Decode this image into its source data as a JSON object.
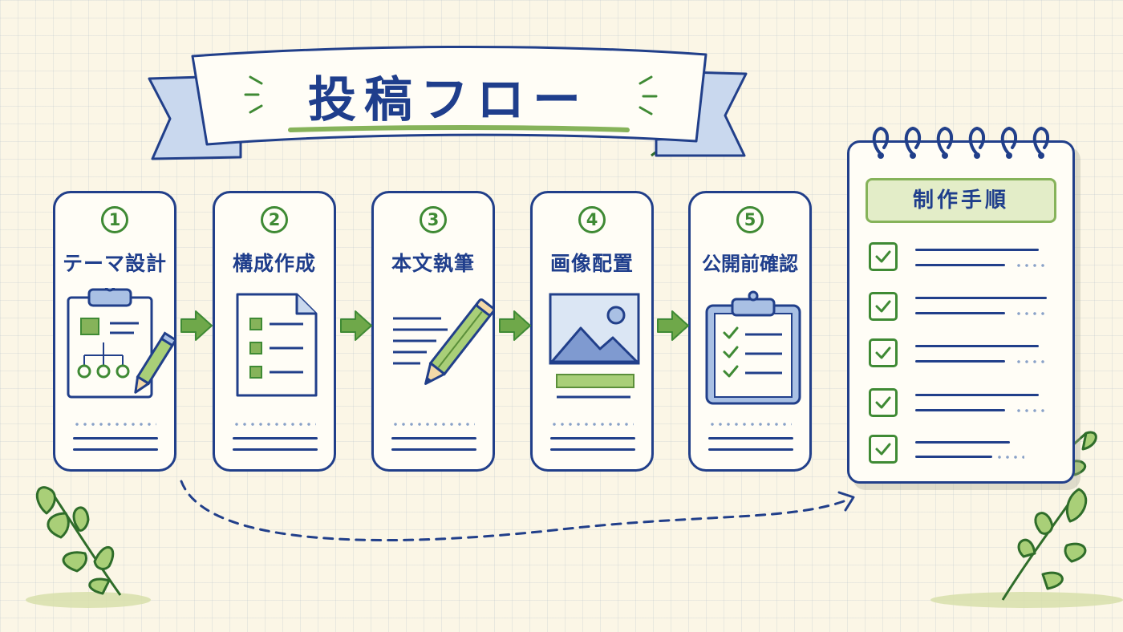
{
  "title": "投稿フロー",
  "steps": [
    {
      "num": "1",
      "label": "テーマ設計",
      "icon": "clipboard-mindmap-icon"
    },
    {
      "num": "2",
      "label": "構成作成",
      "icon": "outline-document-icon"
    },
    {
      "num": "3",
      "label": "本文執筆",
      "icon": "pencil-writing-icon"
    },
    {
      "num": "4",
      "label": "画像配置",
      "icon": "image-placement-icon"
    },
    {
      "num": "5",
      "label": "公開前確認",
      "icon": "checklist-clipboard-icon"
    }
  ],
  "checklist": {
    "title": "制作手順",
    "items": 5
  },
  "colors": {
    "navy": "#213f8a",
    "green": "#3f8a34",
    "light_green": "#86b35a",
    "light_blue": "#c9d8ee",
    "background": "#fbf6e6"
  }
}
